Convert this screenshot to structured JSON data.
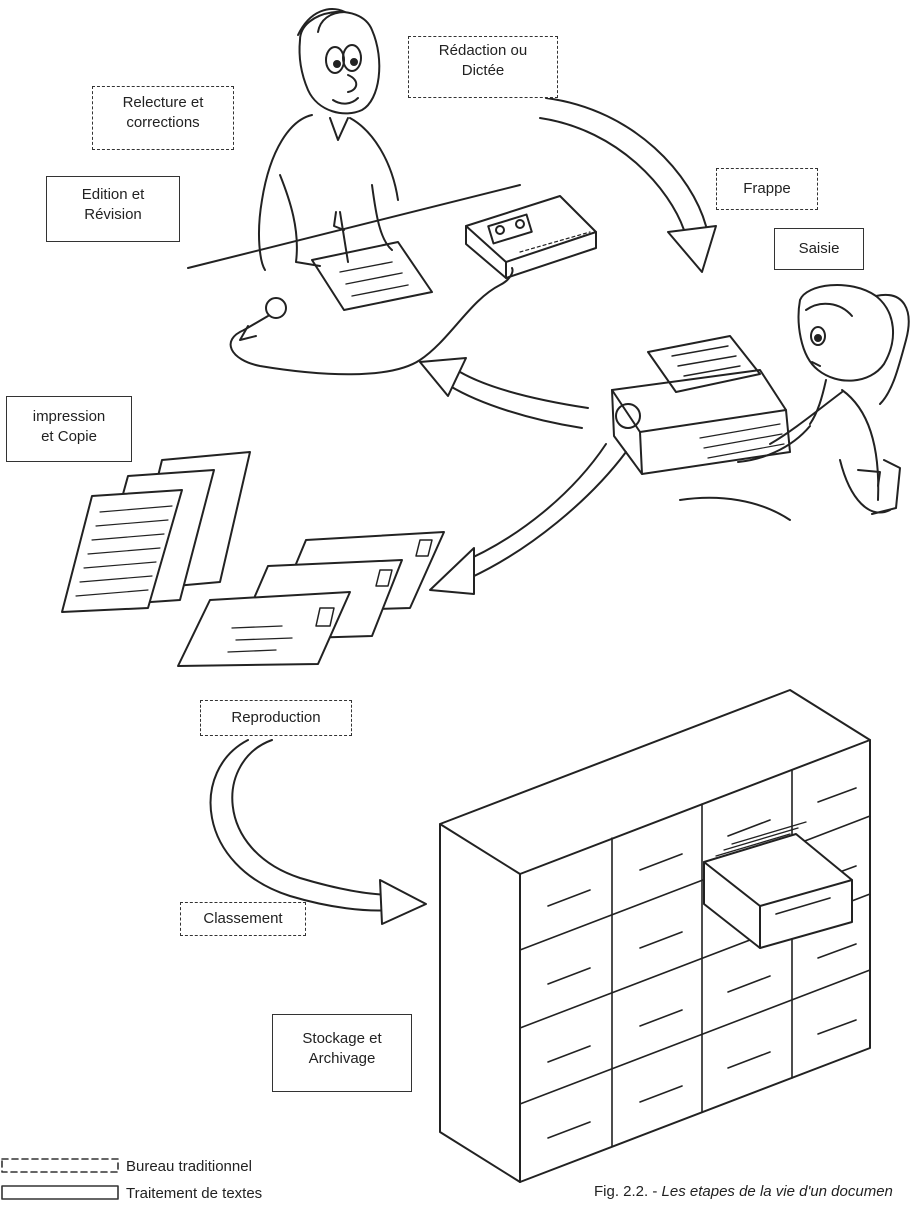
{
  "labels": {
    "redaction": "Rédaction ou\nDictée",
    "relecture": "Relecture et\ncorrections",
    "edition": "Edition et\nRévision",
    "frappe": "Frappe",
    "saisie": "Saisie",
    "impression": "impression\net Copie",
    "reproduction": "Reproduction",
    "classement": "Classement",
    "stockage": "Stockage et\nArchivage"
  },
  "legend": {
    "dashed": "Bureau traditionnel",
    "solid": "Traitement de textes"
  },
  "caption": {
    "prefix": "Fig. 2.2. - ",
    "title": "Les etapes de la vie d'un documen"
  }
}
